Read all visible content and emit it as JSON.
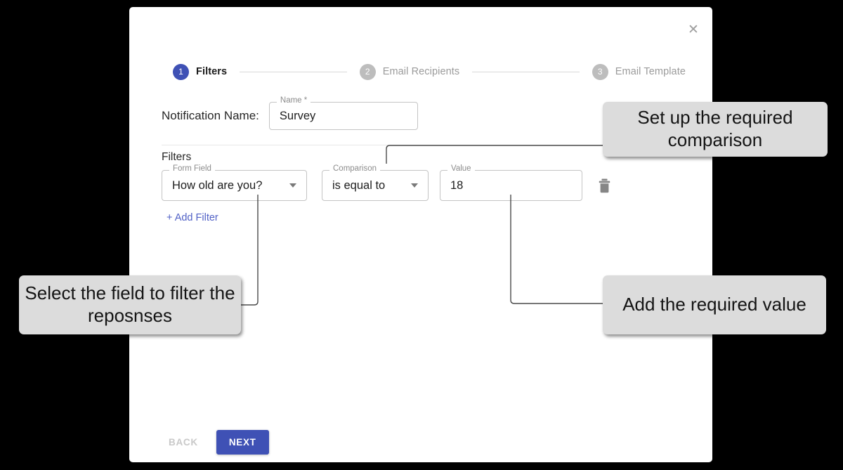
{
  "dialog": {
    "close_icon": "close-icon"
  },
  "stepper": {
    "steps": [
      {
        "number": "1",
        "label": "Filters",
        "state": "active"
      },
      {
        "number": "2",
        "label": "Email Recipients",
        "state": "inactive"
      },
      {
        "number": "3",
        "label": "Email Template",
        "state": "inactive"
      }
    ]
  },
  "form": {
    "notification_name_label": "Notification Name:",
    "name_field": {
      "label": "Name *",
      "value": "Survey",
      "placeholder": "Name"
    }
  },
  "filters": {
    "section_title": "Filters",
    "row": {
      "form_field": {
        "label": "Form Field",
        "value": "How old are you?",
        "arrow_icon": "chevron-down-icon"
      },
      "comparison": {
        "label": "Comparison",
        "value": "is equal to",
        "arrow_icon": "chevron-down-icon"
      },
      "value": {
        "label": "Value",
        "value": "18",
        "placeholder": "Value"
      },
      "delete_icon": "trash-icon"
    },
    "add_filter_label": "+ Add Filter"
  },
  "footer": {
    "back_label": "BACK",
    "next_label": "NEXT"
  },
  "callouts": {
    "comparison": "Set up the required comparison",
    "form_field": "Select the field to filter the reposnses",
    "value": "Add the required value"
  },
  "colors": {
    "accent_blue": "#3f51b5",
    "link_blue": "#5161c6",
    "callout_bg": "#dcdcdc",
    "inactive_gray": "#bdbdbd",
    "background": "#000000",
    "dialog_bg": "#ffffff"
  }
}
